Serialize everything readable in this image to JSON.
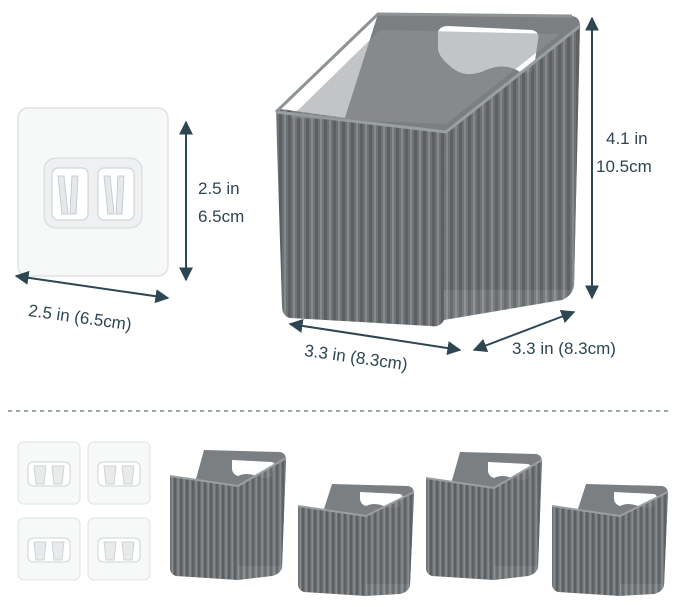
{
  "product": {
    "hook_width_label": "2.5 in (6.5cm)",
    "hook_height_in": "2.5 in",
    "hook_height_cm": "6.5cm",
    "basket_height_in": "4.1 in",
    "basket_height_cm": "10.5cm",
    "basket_width_label": "3.3 in (8.3cm)",
    "basket_depth_label": "3.3 in (8.3cm)"
  },
  "colors": {
    "basket_fill": "#6d7173",
    "basket_dark": "#575a5c",
    "basket_light": "#8a8e90",
    "arrow": "#2d4651",
    "divider": "#7a8f97",
    "hook_pad": "#f6f7f7"
  },
  "package_contents": {
    "hook_pads": 4,
    "baskets": 4
  }
}
